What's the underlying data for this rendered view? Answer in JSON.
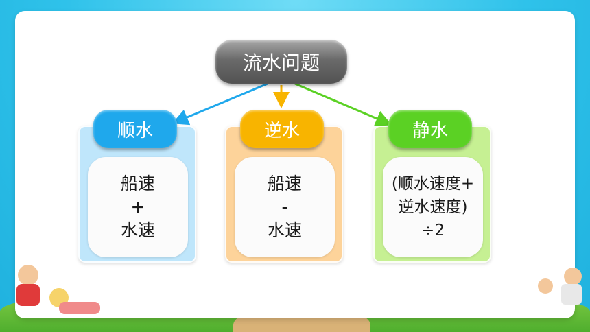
{
  "title": "流水问题",
  "columns": [
    {
      "label": "顺水",
      "lines": [
        "船速",
        "+",
        "水速"
      ],
      "color": "#1fa8ec",
      "box": "#bfe6fb"
    },
    {
      "label": "逆水",
      "lines": [
        "船速",
        "-",
        "水速"
      ],
      "color": "#f8b400",
      "box": "#fdd39a"
    },
    {
      "label": "静水",
      "lines": [
        "(顺水速度+",
        "逆水速度)",
        "÷2"
      ],
      "color": "#5bd124",
      "box": "#c6f093"
    }
  ]
}
